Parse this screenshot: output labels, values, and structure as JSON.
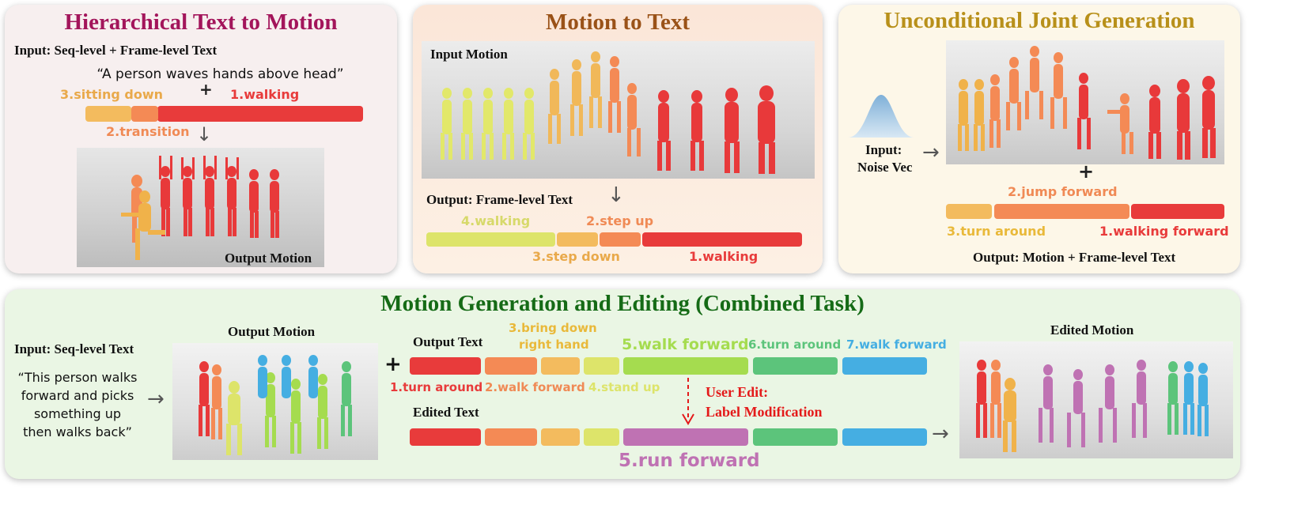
{
  "colors": {
    "panel1_bg": "#f7efef",
    "panel2_bg": "#fbe6d8",
    "panel3_bg": "#fdf7e8",
    "panel4_bg": "#eaf6e4",
    "title1": "#a3155b",
    "title2": "#9a5218",
    "title3": "#b8901a",
    "title4": "#156b16",
    "red": "#e83b3b",
    "orange": "#f48a55",
    "amber": "#f3bb5e",
    "yellow_green": "#dde46a",
    "green": "#a5dc4f",
    "teal_green": "#5cc47b",
    "blue": "#45aee2",
    "purple": "#bf72b3",
    "edit_red": "#e41a1a"
  },
  "panel1": {
    "title": "Hierarchical Text to Motion",
    "input_label": "Input: Seq-level + Frame-level Text",
    "quote": "“A person waves hands above head”",
    "plus": "+",
    "seg_labels": [
      "3.sitting down",
      "1.walking",
      "2.transition"
    ],
    "arrow": "↓",
    "output_label": "Output Motion"
  },
  "panel2": {
    "title": "Motion to Text",
    "input_label": "Input Motion",
    "output_label": "Output: Frame-level Text",
    "arrow": "↓",
    "seg_labels_top": [
      "4.walking",
      "2.step up"
    ],
    "seg_labels_bottom": [
      "3.step down",
      "1.walking"
    ]
  },
  "panel3": {
    "title": "Unconditional Joint Generation",
    "noise_label_line1": "Input:",
    "noise_label_line2": "Noise Vec",
    "arrow": "→",
    "plus": "+",
    "seg_label_top": "2.jump forward",
    "seg_labels_bottom": [
      "3.turn around",
      "1.walking forward"
    ],
    "output_label": "Output: Motion + Frame-level Text"
  },
  "panel4": {
    "title": "Motion Generation and Editing (Combined Task)",
    "input_label": "Input: Seq-level Text",
    "quote_lines": [
      "“This person walks",
      "forward and picks",
      "something up",
      "then walks back”"
    ],
    "arrow_in": "→",
    "output_motion_label": "Output Motion",
    "plus": "+",
    "output_text_label": "Output Text",
    "top_labels": [
      "3.bring down",
      "right hand",
      "5.walk forward",
      "6.turn around",
      "7.walk forward"
    ],
    "under_labels": [
      "1.turn around",
      "2.walk forward",
      "4.stand up"
    ],
    "user_edit_line1": "User Edit:",
    "user_edit_line2": "Label Modification",
    "edited_text_label": "Edited Text",
    "run_label": "5.run forward",
    "arrow_out": "→",
    "edited_motion_label": "Edited Motion"
  }
}
